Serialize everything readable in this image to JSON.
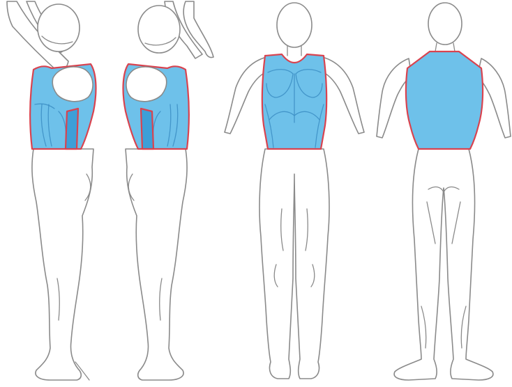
{
  "figure": {
    "views": [
      "side-left",
      "side-right",
      "front",
      "back"
    ]
  },
  "colors": {
    "zone_fill": "#6ec1ea",
    "zone_stroke": "#d9434f",
    "zone_shade": "#3d9fd8",
    "muscle_line": "#3c8ec4",
    "body_outline": "#8a8a8a",
    "background": "#ffffff"
  }
}
